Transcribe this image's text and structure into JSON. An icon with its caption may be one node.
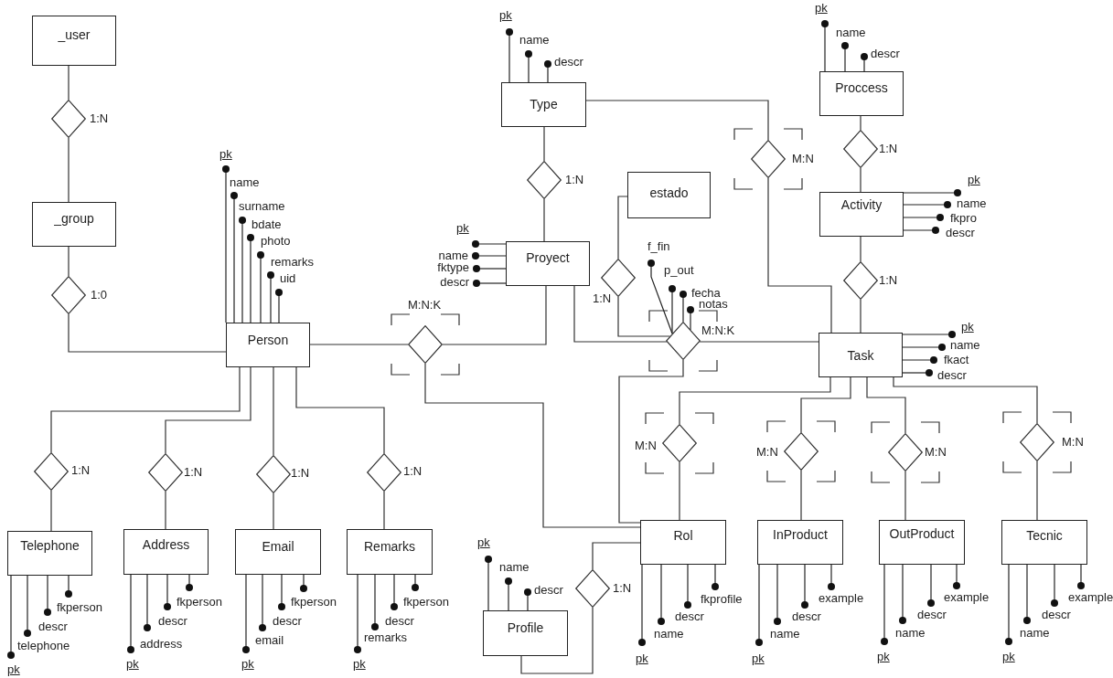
{
  "diagram": {
    "nodes": [
      {
        "text": [
          "_user"
        ]
      },
      {
        "text": [],
        "shape": "diamond",
        "beside": [
          "1:N"
        ]
      },
      {
        "text": [
          "_group"
        ]
      },
      {
        "text": [],
        "shape": "diamond",
        "beside": [
          "1:0"
        ]
      },
      {
        "text": [
          "Person"
        ],
        "beside": [
          "pk",
          "name",
          "surname",
          "bdate",
          "photo",
          "remarks",
          "uid"
        ]
      },
      {
        "text": [
          "Type"
        ],
        "beside": [
          "pk",
          "name",
          "descr"
        ]
      },
      {
        "text": [],
        "shape": "diamond",
        "beside": [
          "1:N"
        ]
      },
      {
        "text": [
          "Proccess"
        ],
        "beside": [
          "pk",
          "name",
          "descr"
        ]
      },
      {
        "text": [],
        "shape": "diamond",
        "beside": [
          "1:N"
        ]
      },
      {
        "text": [
          "estado"
        ]
      },
      {
        "text": [],
        "shape": "diamond",
        "beside": [
          "M:N"
        ]
      },
      {
        "text": [
          "Activity"
        ],
        "beside": [
          "pk",
          "name",
          "fkpro",
          "descr"
        ]
      },
      {
        "text": [
          "Proyect"
        ],
        "beside": [
          "pk",
          "name",
          "fktype",
          "descr"
        ]
      },
      {
        "text": [],
        "shape": "diamond",
        "beside": [
          "1:N"
        ]
      },
      {
        "text": [],
        "shape": "diamond",
        "beside": [
          "1:N"
        ]
      },
      {
        "text": [],
        "shape": "diamond",
        "beside": [
          "M:N:K"
        ]
      },
      {
        "text": [],
        "shape": "diamond",
        "beside": [
          "M:N:K",
          "f_fin",
          "p_out",
          "fecha",
          "notas"
        ]
      },
      {
        "text": [
          "Task"
        ],
        "beside": [
          "pk",
          "name",
          "fkact",
          "descr"
        ]
      },
      {
        "text": [],
        "shape": "diamond",
        "beside": [
          "1:N"
        ]
      },
      {
        "text": [],
        "shape": "diamond",
        "beside": [
          "1:N"
        ]
      },
      {
        "text": [],
        "shape": "diamond",
        "beside": [
          "1:N"
        ]
      },
      {
        "text": [],
        "shape": "diamond",
        "beside": [
          "1:N"
        ]
      },
      {
        "text": [],
        "shape": "diamond",
        "beside": [
          "M:N"
        ]
      },
      {
        "text": [],
        "shape": "diamond",
        "beside": [
          "M:N"
        ]
      },
      {
        "text": [],
        "shape": "diamond",
        "beside": [
          "M:N"
        ]
      },
      {
        "text": [],
        "shape": "diamond",
        "beside": [
          "M:N"
        ]
      },
      {
        "text": [
          "Telephone"
        ],
        "beside": [
          "pk",
          "telephone",
          "descr",
          "fkperson"
        ]
      },
      {
        "text": [
          "Address"
        ],
        "beside": [
          "pk",
          "address",
          "descr",
          "fkperson"
        ]
      },
      {
        "text": [
          "Email"
        ],
        "beside": [
          "pk",
          "email",
          "descr",
          "fkperson"
        ]
      },
      {
        "text": [
          "Remarks"
        ],
        "beside": [
          "pk",
          "remarks",
          "descr",
          "fkperson"
        ]
      },
      {
        "text": [
          "Profile"
        ],
        "beside": [
          "pk",
          "name",
          "descr"
        ]
      },
      {
        "text": [],
        "shape": "diamond",
        "beside": [
          "1:N"
        ]
      },
      {
        "text": [
          "Rol"
        ],
        "beside": [
          "pk",
          "name",
          "descr",
          "fkprofile"
        ]
      },
      {
        "text": [
          "InProduct"
        ],
        "beside": [
          "pk",
          "name",
          "descr",
          "example"
        ]
      },
      {
        "text": [
          "OutProduct"
        ],
        "beside": [
          "pk",
          "name",
          "descr",
          "example"
        ]
      },
      {
        "text": [
          "Tecnic"
        ],
        "beside": [
          "pk",
          "name",
          "descr",
          "example"
        ]
      }
    ],
    "edges": [
      {
        "from": 0,
        "to": 1,
        "arrow": "none"
      },
      {
        "from": 1,
        "to": 2,
        "arrow": "none"
      },
      {
        "from": 2,
        "to": 3,
        "arrow": "none"
      },
      {
        "from": 3,
        "to": 4,
        "arrow": "none"
      },
      {
        "from": 5,
        "to": 6,
        "arrow": "none"
      },
      {
        "from": 6,
        "to": 12,
        "arrow": "none"
      },
      {
        "from": 7,
        "to": 8,
        "arrow": "none"
      },
      {
        "from": 8,
        "to": 11,
        "arrow": "none"
      },
      {
        "from": 5,
        "to": 10,
        "arrow": "none"
      },
      {
        "from": 10,
        "to": 17,
        "arrow": "none"
      },
      {
        "from": 9,
        "to": 13,
        "arrow": "none"
      },
      {
        "from": 13,
        "to": 16,
        "arrow": "none"
      },
      {
        "from": 11,
        "to": 14,
        "arrow": "none"
      },
      {
        "from": 14,
        "to": 17,
        "arrow": "none"
      },
      {
        "from": 4,
        "to": 15,
        "arrow": "none"
      },
      {
        "from": 15,
        "to": 12,
        "arrow": "none"
      },
      {
        "from": 15,
        "to": 32,
        "arrow": "none"
      },
      {
        "from": 12,
        "to": 16,
        "arrow": "none"
      },
      {
        "from": 16,
        "to": 17,
        "arrow": "none"
      },
      {
        "from": 16,
        "to": 32,
        "arrow": "none"
      },
      {
        "from": 4,
        "to": 18,
        "arrow": "none"
      },
      {
        "from": 4,
        "to": 19,
        "arrow": "none"
      },
      {
        "from": 4,
        "to": 20,
        "arrow": "none"
      },
      {
        "from": 4,
        "to": 21,
        "arrow": "none"
      },
      {
        "from": 18,
        "to": 26,
        "arrow": "none"
      },
      {
        "from": 19,
        "to": 27,
        "arrow": "none"
      },
      {
        "from": 20,
        "to": 28,
        "arrow": "none"
      },
      {
        "from": 21,
        "to": 29,
        "arrow": "none"
      },
      {
        "from": 17,
        "to": 22,
        "arrow": "none"
      },
      {
        "from": 22,
        "to": 32,
        "arrow": "none"
      },
      {
        "from": 17,
        "to": 23,
        "arrow": "none"
      },
      {
        "from": 23,
        "to": 33,
        "arrow": "none"
      },
      {
        "from": 17,
        "to": 24,
        "arrow": "none"
      },
      {
        "from": 24,
        "to": 34,
        "arrow": "none"
      },
      {
        "from": 17,
        "to": 25,
        "arrow": "none"
      },
      {
        "from": 25,
        "to": 35,
        "arrow": "none"
      },
      {
        "from": 32,
        "to": 31,
        "arrow": "none"
      },
      {
        "from": 31,
        "to": 30,
        "arrow": "none"
      }
    ]
  }
}
